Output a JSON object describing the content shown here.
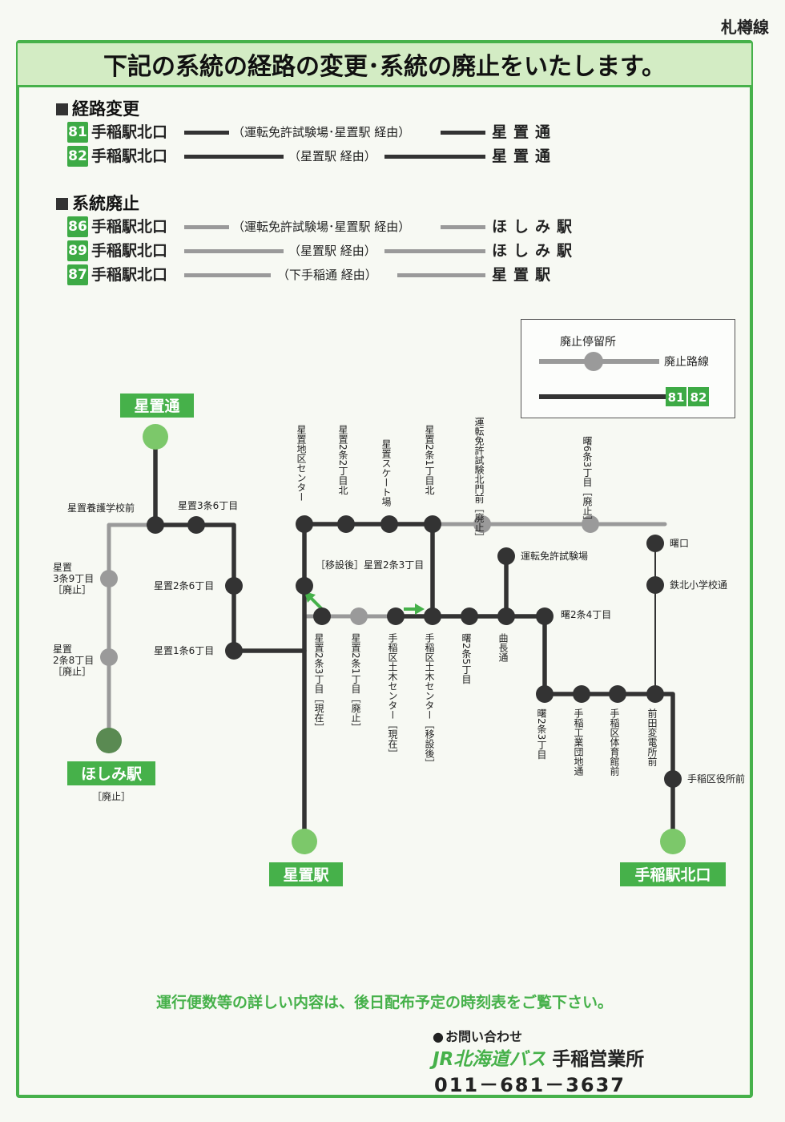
{
  "line_name": "札樽線",
  "headline": "下記の系統の経路の変更･系統の廃止をいたします。",
  "sections": {
    "route_change": {
      "title": "経路変更",
      "routes": [
        {
          "number": "81",
          "from": "手稲駅北口",
          "via": "（運転免許試験場･星置駅 経由）",
          "to": "星置通"
        },
        {
          "number": "82",
          "from": "手稲駅北口",
          "via": "（星置駅 経由）",
          "to": "星置通"
        }
      ]
    },
    "abolition": {
      "title": "系統廃止",
      "routes": [
        {
          "number": "86",
          "from": "手稲駅北口",
          "via": "（運転免許試験場･星置駅 経由）",
          "to": "ほしみ駅"
        },
        {
          "number": "89",
          "from": "手稲駅北口",
          "via": "（星置駅 経由）",
          "to": "ほしみ駅"
        },
        {
          "number": "87",
          "from": "手稲駅北口",
          "via": "（下手稲通 経由）",
          "to": "星置駅"
        }
      ]
    }
  },
  "legend": {
    "abolished_stop": "廃止停留所",
    "abolished_route": "廃止路線",
    "routes": [
      "81",
      "82"
    ]
  },
  "map": {
    "terminals": {
      "hoshiokidori": "星置通",
      "hoshimi": "ほしみ駅",
      "hoshimi_note": "［廃止］",
      "hoshioki_station": "星置駅",
      "teine_kitaguchi": "手稲駅北口"
    },
    "stops": {
      "yogo": "星置養護学校前",
      "s3j6": "星置3条6丁目",
      "s2j6": "星置2条6丁目",
      "s1j6": "星置1条6丁目",
      "s3j9": "星置\n3条9丁目\n［廃止］",
      "s2j8": "星置\n2条8丁目\n［廃止］",
      "chiku_center": "星置地区センター",
      "s2c2": "星置2条2丁目北",
      "skate": "星置スケート場",
      "s2c1": "星置2条1丁目北",
      "menkyo_kita": "運転免許試験北門前［廃止］",
      "akebono6": "曙6条3丁目［廃止］",
      "akebono_guchi": "曙口",
      "tekkita": "鉄北小学校通",
      "menkyo": "運転免許試験場",
      "s2j3_moved": "［移設後］星置2条3丁目",
      "s2j3_now": "星置2条3丁目［現在］",
      "s2j1_abol": "星置2条1丁目［廃止］",
      "doboku_now": "手稲区土木センター［現在］",
      "doboku_moved": "手稲区土木センター［移設後］",
      "akebono2_5": "曙2条5丁目",
      "kyokucho": "曲長通",
      "akebono2_4": "曙2条4丁目",
      "akebono2_3": "曙2条3丁目",
      "kogyo": "手稲工業団地通",
      "taiikukan": "手稲区体育館前",
      "hendensho": "前田変電所前",
      "kuyakusho": "手稲区役所前"
    }
  },
  "footer_note": "運行便数等の詳しい内容は、後日配布予定の時刻表をご覧下さい。",
  "contact": {
    "label": "お問い合わせ",
    "company_brand": "JR北海道バス",
    "company_office": "手稲営業所",
    "phone": "011－681－3637"
  },
  "colors": {
    "accent": "#46b14a",
    "route": "#333333",
    "abolished": "#9a9a9a"
  }
}
